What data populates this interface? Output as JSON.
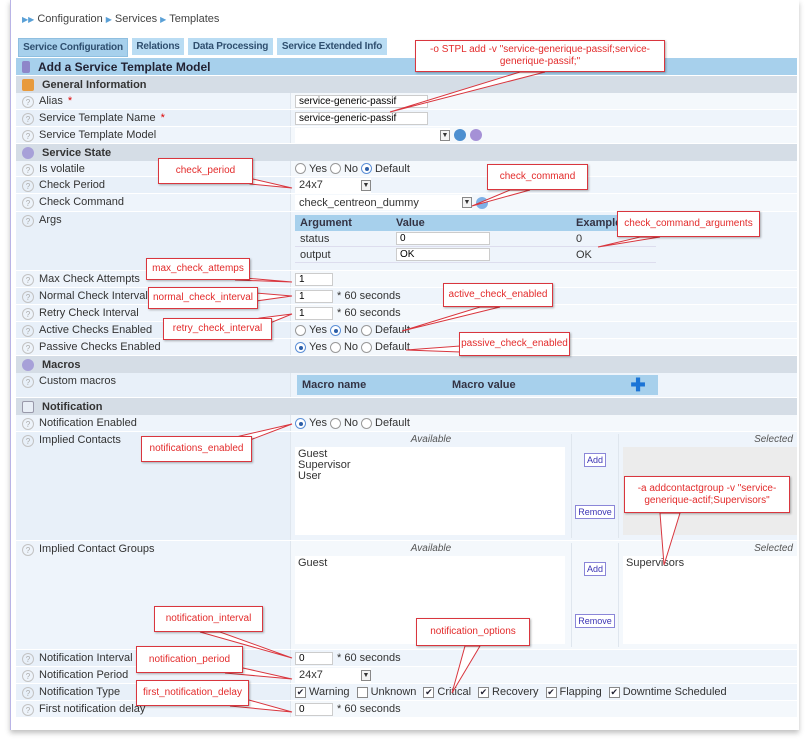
{
  "breadcrumb": [
    "Configuration",
    "Services",
    "Templates"
  ],
  "tabs": [
    "Service Configuration",
    "Relations",
    "Data Processing",
    "Service Extended Info"
  ],
  "title": "Add a Service Template Model",
  "sections": {
    "general": "General Information",
    "state": "Service State",
    "macros": "Macros",
    "notification": "Notification"
  },
  "fields": {
    "alias": {
      "label": "Alias",
      "value": "service-generic-passif"
    },
    "name": {
      "label": "Service Template Name",
      "value": "service-generic-passif"
    },
    "model": {
      "label": "Service Template Model",
      "value": ""
    },
    "volatile": {
      "label": "Is volatile",
      "selected": "Default"
    },
    "check_period": {
      "label": "Check Period",
      "value": "24x7"
    },
    "check_command": {
      "label": "Check Command",
      "value": "check_centreon_dummy"
    },
    "args": {
      "label": "Args",
      "headers": [
        "Argument",
        "Value",
        "Example"
      ],
      "rows": [
        [
          "status",
          "0",
          "0"
        ],
        [
          "output",
          "OK",
          "OK"
        ]
      ]
    },
    "max_attempts": {
      "label": "Max Check Attempts",
      "value": "1"
    },
    "normal_interval": {
      "label": "Normal Check Interval",
      "value": "1",
      "unit": "* 60 seconds"
    },
    "retry_interval": {
      "label": "Retry Check Interval",
      "value": "1",
      "unit": "* 60 seconds"
    },
    "active": {
      "label": "Active Checks Enabled",
      "selected": "No"
    },
    "passive": {
      "label": "Passive Checks Enabled",
      "selected": "Yes"
    },
    "custom_macros": {
      "label": "Custom macros",
      "headers": [
        "Macro name",
        "Macro value"
      ]
    },
    "notif_enabled": {
      "label": "Notification Enabled",
      "selected": "Yes"
    },
    "contacts": {
      "label": "Implied Contacts",
      "available_label": "Available",
      "selected_label": "Selected",
      "available": [
        "Guest",
        "Supervisor",
        "User"
      ],
      "selected": [],
      "add": "Add",
      "remove": "Remove"
    },
    "contact_groups": {
      "label": "Implied Contact Groups",
      "available_label": "Available",
      "selected_label": "Selected",
      "available": [
        "Guest"
      ],
      "selected": [
        "Supervisors"
      ],
      "add": "Add",
      "remove": "Remove"
    },
    "notif_interval": {
      "label": "Notification Interval",
      "value": "0",
      "unit": "* 60 seconds"
    },
    "notif_period": {
      "label": "Notification Period",
      "value": "24x7"
    },
    "notif_type": {
      "label": "Notification Type",
      "options": [
        {
          "label": "Warning",
          "checked": true
        },
        {
          "label": "Unknown",
          "checked": false
        },
        {
          "label": "Critical",
          "checked": true
        },
        {
          "label": "Recovery",
          "checked": true
        },
        {
          "label": "Flapping",
          "checked": true
        },
        {
          "label": "Downtime Scheduled",
          "checked": true
        }
      ]
    },
    "first_delay": {
      "label": "First notification delay",
      "value": "0",
      "unit": "* 60 seconds"
    }
  },
  "radio_options": [
    "Yes",
    "No",
    "Default"
  ],
  "callouts": {
    "stpl": "-o STPL add -v \"service-generique-passif;service-generique-passif;\"",
    "check_period": "check_period",
    "check_command": "check_command",
    "check_command_arguments": "check_command_arguments",
    "max_check_attemps": "max_check_attemps",
    "normal_check_interval": "normal_check_interval",
    "retry_check_interval": "retry_check_interval",
    "active_check_enabled": "active_check_enabled",
    "passive_check_enabled": "passive_check_enabled",
    "notifications_enabled": "notifications_enabled",
    "addcontactgroup": "-a addcontactgroup -v \"service-generique-actif;Supervisors\"",
    "notification_interval": "notification_interval",
    "notification_options": "notification_options",
    "notification_period": "notification_period",
    "first_notification_delay": "first_notification_delay"
  },
  "colors": {
    "header": "#a7d0ec",
    "section": "#d5dde6",
    "callout": "#d9363e"
  }
}
